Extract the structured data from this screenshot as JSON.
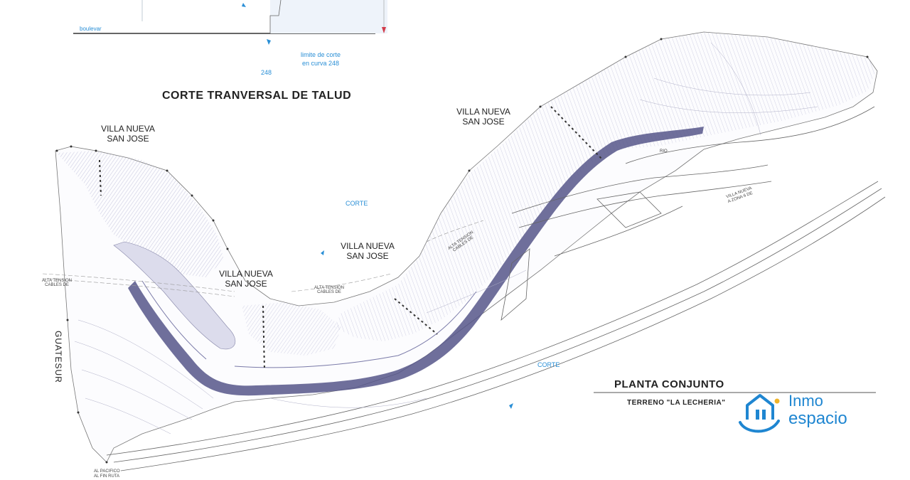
{
  "section": {
    "title": "CORTE TRANVERSAL DE TALUD",
    "street_label": "boulevar",
    "limit_label_line1": "limite de corte",
    "limit_label_line2": "en curva 248",
    "level_label": "248"
  },
  "plan": {
    "title": "PLANTA CONJUNTO",
    "subtitle": "TERRENO \"LA LECHERIA\"",
    "neighborhood_labels": [
      {
        "line1": "VILLA NUEVA",
        "line2": "SAN JOSE"
      },
      {
        "line1": "VILLA NUEVA",
        "line2": "SAN JOSE"
      },
      {
        "line1": "VILLA NUEVA",
        "line2": "SAN JOSE"
      },
      {
        "line1": "VILLA NUEVA",
        "line2": "SAN JOSE"
      }
    ],
    "corte_labels": [
      "CORTE",
      "CORTE"
    ],
    "guatesur_label": "GUATESUR",
    "power_line_label_1": "ALTA TENSION CABLES DE",
    "power_line_label_2": "ALTA TENSION CABLES DE",
    "power_line_label_3": "ALTA TENSION CABLES DE",
    "rio_label": "RIO",
    "villa_zone_label_line1": "VILLA NUEVA",
    "villa_zone_label_line2": "A ZONA 6 DE",
    "pacifico_label_line1": "AL PACIFICO",
    "pacifico_label_line2": "AL FIN RUTA"
  },
  "logo": {
    "word_top": "Inmo",
    "word_bottom": "espacio",
    "brand_color": "#1f86d1",
    "accent_color": "#f0b429"
  },
  "colors": {
    "cut_band": "#4a4a78",
    "hatch": "#9a9ac0",
    "blue_annotation": "#2a8fd6",
    "red_marker": "#d23c4a"
  }
}
